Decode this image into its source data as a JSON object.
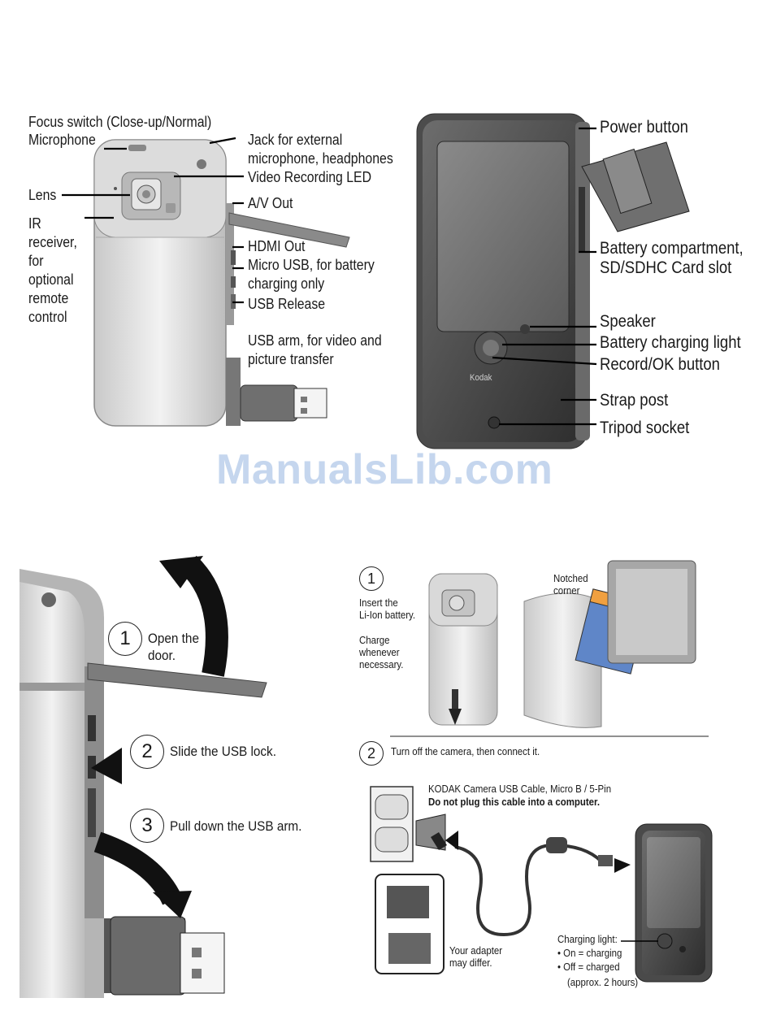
{
  "top_left_labels": {
    "focus_switch": "Focus switch (Close-up/Normal)",
    "microphone": "Microphone",
    "lens": "Lens",
    "ir_receiver": "IR\nreceiver,\nfor\noptional\nremote\ncontrol",
    "jack": "Jack for external\nmicrophone, headphones",
    "video_led": "Video Recording LED",
    "av_out": "A/V Out",
    "hdmi_out": "HDMI Out",
    "micro_usb": "Micro USB, for battery\ncharging only",
    "usb_release": "USB Release",
    "usb_arm": "USB arm, for video and\npicture transfer"
  },
  "top_right_labels": {
    "power_button": "Power button",
    "battery_compartment": "Battery compartment,\nSD/SDHC Card slot",
    "speaker": "Speaker",
    "battery_light": "Battery charging light",
    "record_ok": "Record/OK button",
    "strap_post": "Strap post",
    "tripod_socket": "Tripod socket",
    "brand": "Kodak"
  },
  "watermark": "ManualsLib.com",
  "usb_steps": [
    {
      "num": "1",
      "text": "Open the\ndoor."
    },
    {
      "num": "2",
      "text": "Slide the USB lock."
    },
    {
      "num": "3",
      "text": "Pull down the USB arm."
    }
  ],
  "battery": {
    "step1_num": "1",
    "insert": "Insert the\nLi-Ion battery.",
    "charge": "Charge\nwhenever\nnecessary.",
    "notched": "Notched\ncorner",
    "step2_num": "2",
    "step2_text": "Turn off the camera, then connect it.",
    "cable": "KODAK Camera USB Cable, Micro B / 5-Pin",
    "warning": "Do not plug this cable into a computer.",
    "adapter": "Your adapter\nmay differ.",
    "charging_light": "Charging light:",
    "on": "• On = charging",
    "off": "• Off = charged",
    "approx": "(approx. 2 hours)"
  },
  "colors": {
    "battery_body": "#5f86c8",
    "battery_top": "#f0a040",
    "watermark": "#c5d6ee"
  }
}
